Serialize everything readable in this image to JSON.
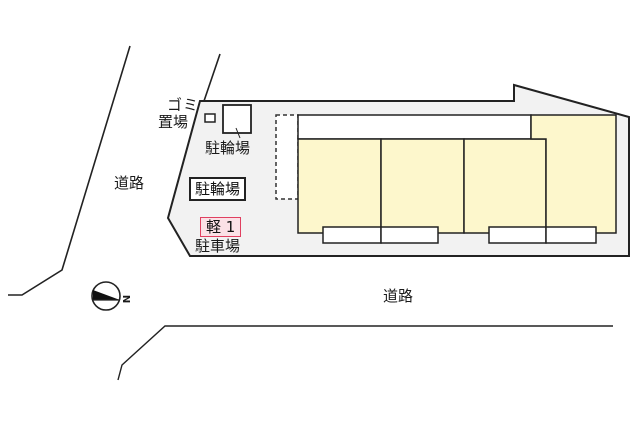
{
  "map": {
    "roads": [
      {
        "id": "west",
        "label": "道路"
      },
      {
        "id": "south",
        "label": "道路"
      }
    ],
    "facilities": {
      "garbage": "ゴミ\n置場",
      "garbage_line1": "ゴミ",
      "garbage_line2": "置場",
      "bicycle_parking_1": "駐輪場",
      "bicycle_parking_2": "駐輪場",
      "parking_space_label": "軽 1",
      "parking_lot": "駐車場"
    },
    "compass": {
      "label": "N"
    },
    "colors": {
      "lot_fill": "#f2f2f2",
      "building_fill": "#fdf7cc",
      "outline": "#222222",
      "parking_highlight_fill": "#fbe1e6",
      "parking_highlight_border": "#e04060"
    }
  }
}
